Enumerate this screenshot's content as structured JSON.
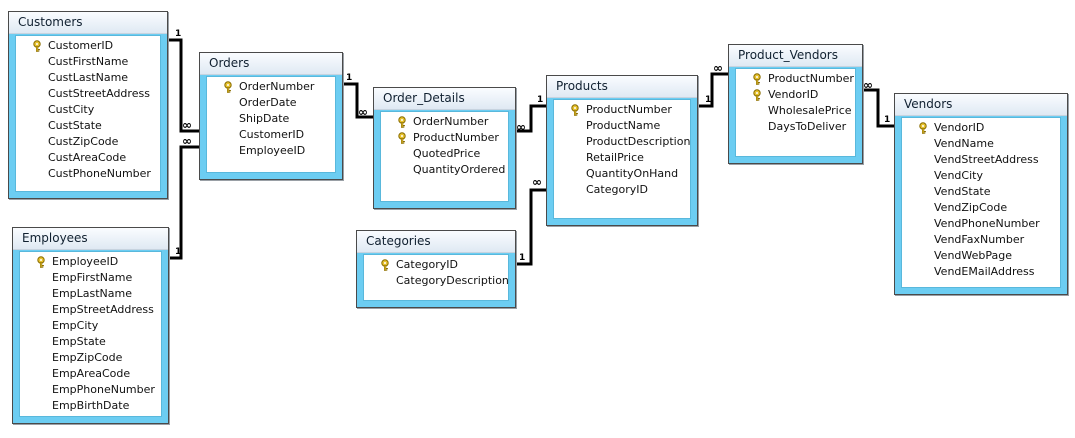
{
  "tables": [
    {
      "name": "Customers",
      "fields": [
        {
          "name": "CustomerID",
          "pk": true
        },
        {
          "name": "CustFirstName",
          "pk": false
        },
        {
          "name": "CustLastName",
          "pk": false
        },
        {
          "name": "CustStreetAddress",
          "pk": false
        },
        {
          "name": "CustCity",
          "pk": false
        },
        {
          "name": "CustState",
          "pk": false
        },
        {
          "name": "CustZipCode",
          "pk": false
        },
        {
          "name": "CustAreaCode",
          "pk": false
        },
        {
          "name": "CustPhoneNumber",
          "pk": false
        }
      ]
    },
    {
      "name": "Employees",
      "fields": [
        {
          "name": "EmployeeID",
          "pk": true
        },
        {
          "name": "EmpFirstName",
          "pk": false
        },
        {
          "name": "EmpLastName",
          "pk": false
        },
        {
          "name": "EmpStreetAddress",
          "pk": false
        },
        {
          "name": "EmpCity",
          "pk": false
        },
        {
          "name": "EmpState",
          "pk": false
        },
        {
          "name": "EmpZipCode",
          "pk": false
        },
        {
          "name": "EmpAreaCode",
          "pk": false
        },
        {
          "name": "EmpPhoneNumber",
          "pk": false
        },
        {
          "name": "EmpBirthDate",
          "pk": false
        }
      ]
    },
    {
      "name": "Orders",
      "fields": [
        {
          "name": "OrderNumber",
          "pk": true
        },
        {
          "name": "OrderDate",
          "pk": false
        },
        {
          "name": "ShipDate",
          "pk": false
        },
        {
          "name": "CustomerID",
          "pk": false
        },
        {
          "name": "EmployeeID",
          "pk": false
        }
      ]
    },
    {
      "name": "Order_Details",
      "fields": [
        {
          "name": "OrderNumber",
          "pk": true
        },
        {
          "name": "ProductNumber",
          "pk": true
        },
        {
          "name": "QuotedPrice",
          "pk": false
        },
        {
          "name": "QuantityOrdered",
          "pk": false
        }
      ]
    },
    {
      "name": "Categories",
      "fields": [
        {
          "name": "CategoryID",
          "pk": true
        },
        {
          "name": "CategoryDescription",
          "pk": false
        }
      ]
    },
    {
      "name": "Products",
      "fields": [
        {
          "name": "ProductNumber",
          "pk": true
        },
        {
          "name": "ProductName",
          "pk": false
        },
        {
          "name": "ProductDescription",
          "pk": false
        },
        {
          "name": "RetailPrice",
          "pk": false
        },
        {
          "name": "QuantityOnHand",
          "pk": false
        },
        {
          "name": "CategoryID",
          "pk": false
        }
      ]
    },
    {
      "name": "Product_Vendors",
      "fields": [
        {
          "name": "ProductNumber",
          "pk": true
        },
        {
          "name": "VendorID",
          "pk": true
        },
        {
          "name": "WholesalePrice",
          "pk": false
        },
        {
          "name": "DaysToDeliver",
          "pk": false
        }
      ]
    },
    {
      "name": "Vendors",
      "fields": [
        {
          "name": "VendorID",
          "pk": true
        },
        {
          "name": "VendName",
          "pk": false
        },
        {
          "name": "VendStreetAddress",
          "pk": false
        },
        {
          "name": "VendCity",
          "pk": false
        },
        {
          "name": "VendState",
          "pk": false
        },
        {
          "name": "VendZipCode",
          "pk": false
        },
        {
          "name": "VendPhoneNumber",
          "pk": false
        },
        {
          "name": "VendFaxNumber",
          "pk": false
        },
        {
          "name": "VendWebPage",
          "pk": false
        },
        {
          "name": "VendEMailAddress",
          "pk": false
        }
      ]
    }
  ],
  "relationships": [
    {
      "from_table": "Customers",
      "from_field": "CustomerID",
      "to_table": "Orders",
      "to_field": "CustomerID",
      "one_label": "1",
      "many_label": "∞"
    },
    {
      "from_table": "Employees",
      "from_field": "EmployeeID",
      "to_table": "Orders",
      "to_field": "EmployeeID",
      "one_label": "1",
      "many_label": "∞"
    },
    {
      "from_table": "Orders",
      "from_field": "OrderNumber",
      "to_table": "Order_Details",
      "to_field": "OrderNumber",
      "one_label": "1",
      "many_label": "∞"
    },
    {
      "from_table": "Products",
      "from_field": "ProductNumber",
      "to_table": "Order_Details",
      "to_field": "ProductNumber",
      "one_label": "1",
      "many_label": "∞"
    },
    {
      "from_table": "Categories",
      "from_field": "CategoryID",
      "to_table": "Products",
      "to_field": "CategoryID",
      "one_label": "1",
      "many_label": "∞"
    },
    {
      "from_table": "Products",
      "from_field": "ProductNumber",
      "to_table": "Product_Vendors",
      "to_field": "ProductNumber",
      "one_label": "1",
      "many_label": "∞"
    },
    {
      "from_table": "Vendors",
      "from_field": "VendorID",
      "to_table": "Product_Vendors",
      "to_field": "VendorID",
      "one_label": "1",
      "many_label": "∞"
    }
  ],
  "colors": {
    "table_frame": "#6ccdf2",
    "connector": "#000000"
  },
  "icons": {
    "primary_key": "key-icon"
  }
}
